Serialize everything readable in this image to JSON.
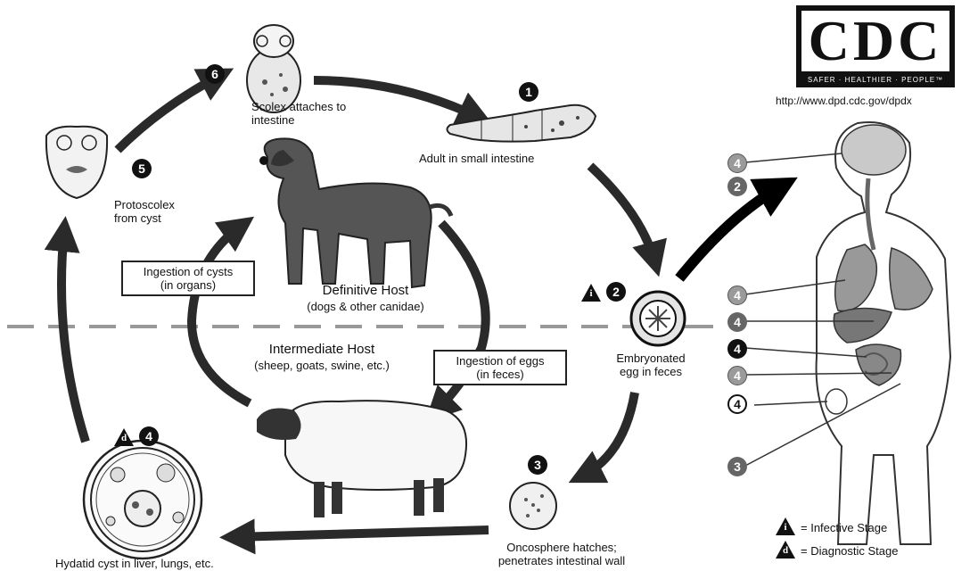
{
  "logo": {
    "text": "CDC",
    "tagline": "SAFER · HEALTHIER · PEOPLE™",
    "url": "http://www.dpd.cdc.gov/dpdx"
  },
  "stages": {
    "s1": {
      "num": "1",
      "label": "Adult in small intestine"
    },
    "s2": {
      "num": "2",
      "label": "Embryonated egg in feces"
    },
    "s3": {
      "num": "3",
      "label": "Oncosphere hatches; penetrates intestinal wall"
    },
    "s4": {
      "num": "4",
      "label": "Hydatid cyst in liver, lungs, etc."
    },
    "s5": {
      "num": "5",
      "label": "Protoscolex from cyst"
    },
    "s6": {
      "num": "6",
      "label": "Scolex attaches to intestine"
    }
  },
  "hosts": {
    "definitive": {
      "title": "Definitive Host",
      "sub": "(dogs & other canidae)"
    },
    "intermediate": {
      "title": "Intermediate Host",
      "sub": "(sheep, goats, swine, etc.)"
    }
  },
  "boxes": {
    "cysts": {
      "line1": "Ingestion of cysts",
      "line2": "(in organs)"
    },
    "eggs": {
      "line1": "Ingestion of eggs",
      "line2": "(in feces)"
    }
  },
  "human_markers": {
    "m2": "2",
    "m3": "3",
    "m4": "4"
  },
  "legend": {
    "infective_symbol": "i",
    "infective": "= Infective Stage",
    "diagnostic_symbol": "d",
    "diagnostic": "= Diagnostic Stage"
  }
}
